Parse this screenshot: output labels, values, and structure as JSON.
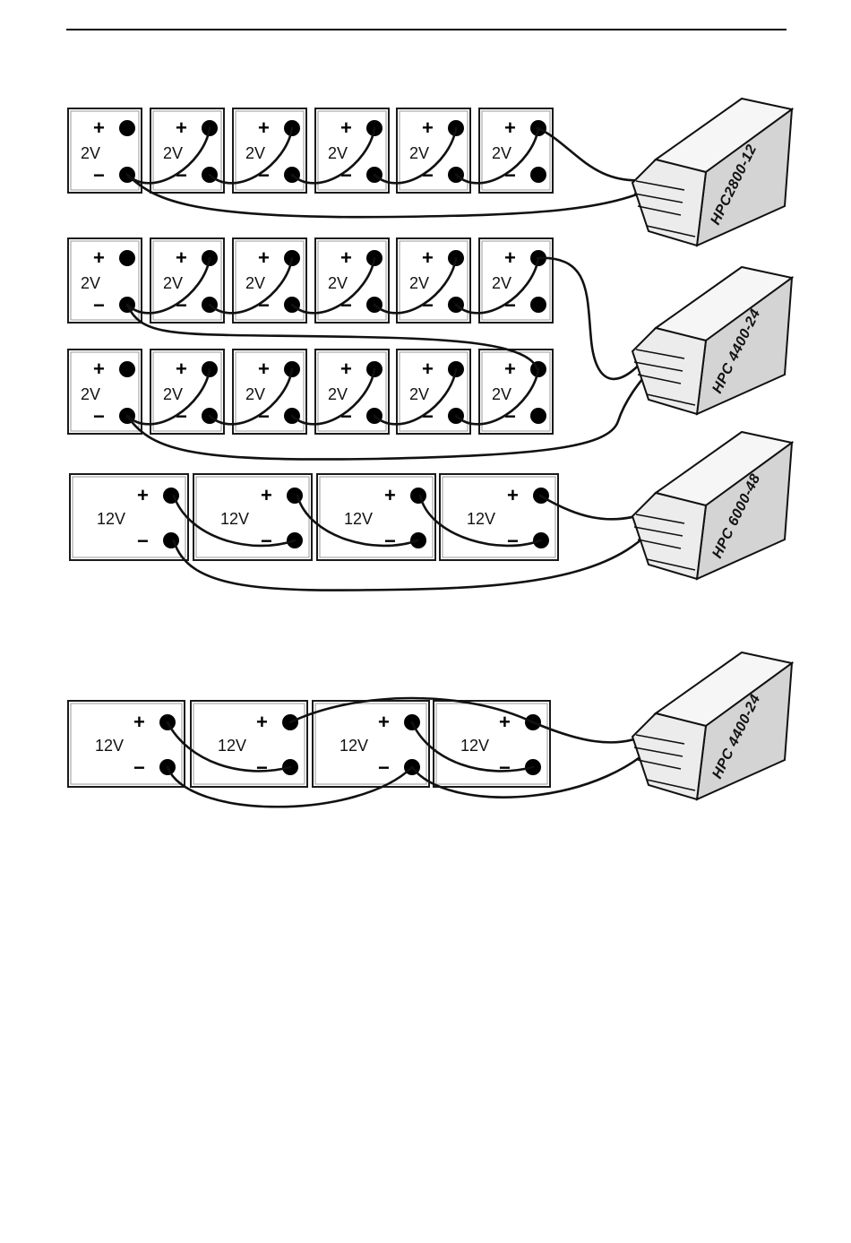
{
  "labels": {
    "plus": "+",
    "minus": "−",
    "cell_2v": "2V",
    "cell_12v": "12V"
  },
  "chargers": [
    {
      "model": "HPC2800-12"
    },
    {
      "model": "HPC 4400-24"
    },
    {
      "model": "HPC 6000-48"
    },
    {
      "model": "HPC 4400-24"
    }
  ],
  "groups": [
    {
      "cell_voltage": "2V",
      "cells": 6,
      "charger": "HPC2800-12"
    },
    {
      "cell_voltage": "2V",
      "cells": 12,
      "charger": "HPC 4400-24"
    },
    {
      "cell_voltage": "12V",
      "cells": 4,
      "charger": "HPC 6000-48"
    },
    {
      "cell_voltage": "12V",
      "cells": 4,
      "charger": "HPC 4400-24"
    }
  ],
  "colors": {
    "ink": "#111111",
    "charger_face": "#e6e6e6",
    "charger_top": "#f6f6f6",
    "charger_side": "#d2d2d2"
  }
}
